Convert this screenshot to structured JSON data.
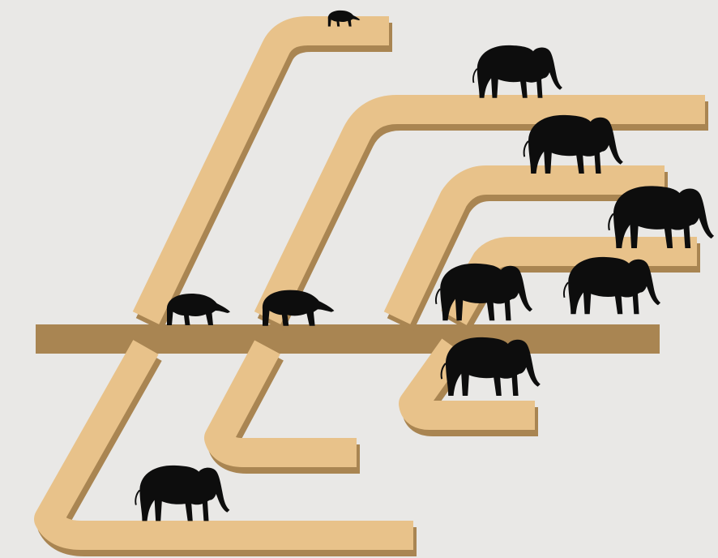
{
  "diagram": {
    "kind": "phylogenetic-tree",
    "colors": {
      "background": "#e9e8e6",
      "branch_top": "#e8c28a",
      "branch_side": "#a98552",
      "branch_shadow": "#d6d3cf",
      "silhouette": "#0d0d0d",
      "tusk": "#f5f2ea"
    },
    "taxa": [
      {
        "id": "small-ancestor",
        "icon": "small-mammal-silhouette"
      },
      {
        "id": "deinotherium",
        "icon": "elephant-silhouette"
      },
      {
        "id": "tusked-proboscidean",
        "icon": "elephant-silhouette"
      },
      {
        "id": "african-elephant",
        "icon": "elephant-silhouette"
      },
      {
        "id": "asian-elephant",
        "icon": "elephant-silhouette"
      },
      {
        "id": "mammoth",
        "icon": "mammoth-silhouette"
      },
      {
        "id": "mastodon",
        "icon": "elephant-silhouette"
      },
      {
        "id": "early-proboscidean-a",
        "icon": "tapir-silhouette"
      },
      {
        "id": "early-proboscidean-b",
        "icon": "tapir-silhouette"
      },
      {
        "id": "gomphothere",
        "icon": "elephant-silhouette"
      }
    ]
  }
}
